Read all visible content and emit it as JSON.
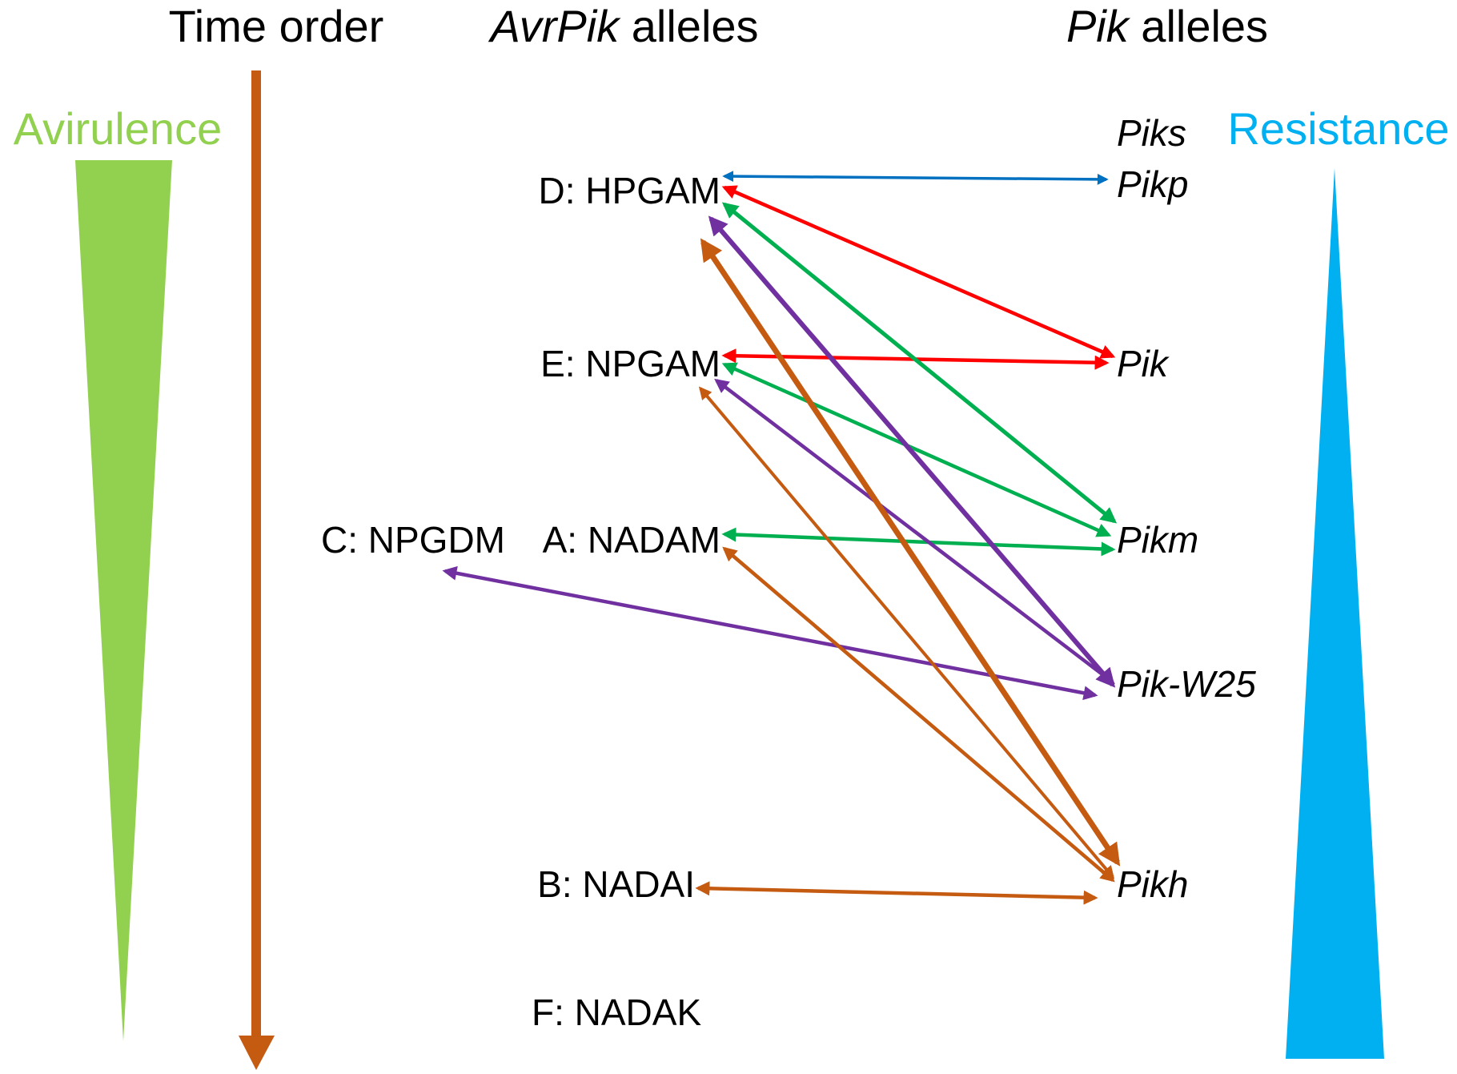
{
  "headers": {
    "time_order": "Time order",
    "avrpik_italic": "AvrPik",
    "avrpik_rest": " alleles",
    "pik_italic": "Pik",
    "pik_rest": " alleles"
  },
  "side_labels": {
    "avirulence": "Avirulence",
    "resistance": "Resistance"
  },
  "colors": {
    "avirulence_green": "#92d050",
    "resistance_blue": "#00b0f0",
    "time_arrow_orange": "#c55a11",
    "blue": "#0070c0",
    "red": "#ff0000",
    "green": "#00b050",
    "purple": "#7030a0",
    "orange": "#c55a11"
  },
  "avrpik_alleles": [
    {
      "id": "D",
      "label": "D: HPGAM"
    },
    {
      "id": "E",
      "label": "E: NPGAM"
    },
    {
      "id": "C",
      "label": "C: NPGDM"
    },
    {
      "id": "A",
      "label": "A: NADAM"
    },
    {
      "id": "B",
      "label": "B: NADAI"
    },
    {
      "id": "F",
      "label": "F: NADAK"
    }
  ],
  "pik_alleles": [
    {
      "id": "Piks",
      "label": "Piks"
    },
    {
      "id": "Pikp",
      "label": "Pikp"
    },
    {
      "id": "Pik",
      "label": "Pik"
    },
    {
      "id": "Pikm",
      "label": "Pikm"
    },
    {
      "id": "PikW25",
      "label": "Pik-W25"
    },
    {
      "id": "Pikh",
      "label": "Pikh"
    }
  ],
  "interactions": [
    {
      "from": "D",
      "to": "Pikp",
      "color": "blue"
    },
    {
      "from": "D",
      "to": "Pik",
      "color": "red"
    },
    {
      "from": "E",
      "to": "Pik",
      "color": "red"
    },
    {
      "from": "D",
      "to": "Pikm",
      "color": "green"
    },
    {
      "from": "E",
      "to": "Pikm",
      "color": "green"
    },
    {
      "from": "A",
      "to": "Pikm",
      "color": "green"
    },
    {
      "from": "D",
      "to": "PikW25",
      "color": "purple"
    },
    {
      "from": "E",
      "to": "PikW25",
      "color": "purple"
    },
    {
      "from": "C",
      "to": "PikW25",
      "color": "purple"
    },
    {
      "from": "D",
      "to": "Pikh",
      "color": "orange"
    },
    {
      "from": "E",
      "to": "Pikh",
      "color": "orange"
    },
    {
      "from": "A",
      "to": "Pikh",
      "color": "orange"
    },
    {
      "from": "B",
      "to": "Pikh",
      "color": "orange"
    }
  ]
}
